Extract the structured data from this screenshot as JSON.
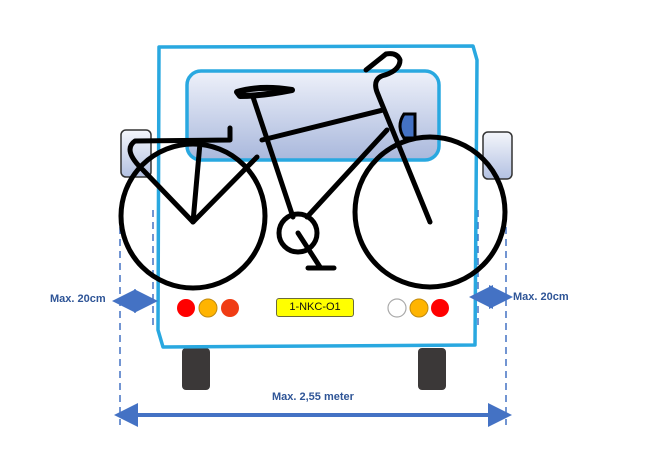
{
  "labels": {
    "left_overhang": "Max. 20cm",
    "right_overhang": "Max. 20cm",
    "total_width": "Max. 2,55 meter"
  },
  "license_plate": "1-NKC-O1",
  "colors": {
    "bus_outline": "#29a8e0",
    "dimension": "#4472c4",
    "label_text": "#2f5597",
    "plate": "#ffff00",
    "light_red": "#ff0000",
    "light_amber": "#ffb400",
    "light_orange_red": "#f03c14",
    "light_white": "#ffffff"
  }
}
